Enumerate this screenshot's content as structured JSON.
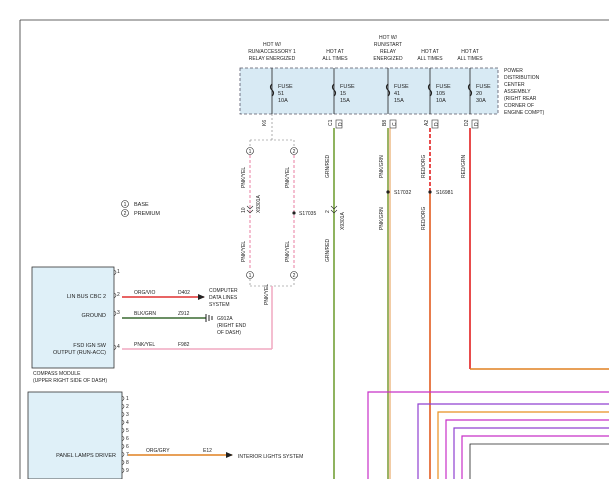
{
  "fuse_headers": [
    {
      "line1": "HOT W/",
      "line2": "RUN/ACCESSORY 1",
      "line3": "RELAY ENERGIZED"
    },
    {
      "line1": "",
      "line2": "HOT AT",
      "line3": "ALL TIMES"
    },
    {
      "line1": "HOT W/",
      "line2": "RUN/START",
      "line3": "RELAY",
      "line4": "ENERGIZED"
    },
    {
      "line1": "",
      "line2": "HOT AT",
      "line3": "ALL TIMES"
    },
    {
      "line1": "",
      "line2": "HOT AT",
      "line3": "ALL TIMES"
    }
  ],
  "fuses": [
    {
      "label": "FUSE",
      "number": "51",
      "rating": "10A",
      "pin": "K6",
      "pin_letter": ""
    },
    {
      "label": "FUSE",
      "number": "15",
      "rating": "15A",
      "pin": "C1",
      "pin_letter": "D"
    },
    {
      "label": "FUSE",
      "number": "41",
      "rating": "15A",
      "pin": "B8",
      "pin_letter": "C"
    },
    {
      "label": "FUSE",
      "number": "105",
      "rating": "10A",
      "pin": "A2",
      "pin_letter": "D"
    },
    {
      "label": "FUSE",
      "number": "20",
      "rating": "30A",
      "pin": "D2",
      "pin_letter": "D"
    }
  ],
  "pdc_label": [
    "POWER",
    "DISTRIBUTION",
    "CENTER",
    "ASSEMBLY",
    "(RIGHT REAR",
    "CORNER OF",
    "ENGINE COMPT)"
  ],
  "legend": {
    "base_num": "1",
    "base": "BASE",
    "premium_num": "2",
    "premium": "PREMIUM"
  },
  "wires_vertical": {
    "pnk_yel": "PNK/YEL",
    "grn_red": "GRN/RED",
    "pnk_grn": "PNK/GRN",
    "red_org": "RED/ORG",
    "red_grn": "RED/GRN",
    "x_code": "X9301A",
    "x_num": "10",
    "grn_num": "2",
    "splice_1": "S17035",
    "splice_2": "S17032",
    "splice_3": "S16981",
    "node_1": "1",
    "node_2": "2"
  },
  "compass_module": {
    "pins": [
      "1",
      "2",
      "3",
      "4"
    ],
    "lin_label": "LIN BUS CBC 2",
    "ground_label": "GROUND",
    "fsd_label_1": "FSD IGN SW",
    "fsd_label_2": "OUTPUT (RUN-ACC)",
    "caption_1": "COMPASS MODULE",
    "caption_2": "(UPPER RIGHT SIDE OF DASH)",
    "w_lin_color": "ORG/VIO",
    "w_lin_circuit": "D402",
    "w_gnd_color": "BLK/GRN",
    "w_gnd_circuit": "Z912",
    "w_fsd_color": "PNK/YEL",
    "w_fsd_circuit": "F982",
    "dest_lin_1": "COMPUTER",
    "dest_lin_2": "DATA LINES",
    "dest_lin_3": "SYSTEM",
    "ground_id": "G912A",
    "ground_loc_1": "(RIGHT END",
    "ground_loc_2": "OF DASH)"
  },
  "panel_module": {
    "pins": [
      "1",
      "2",
      "3",
      "4",
      "5",
      "6",
      "7",
      "8",
      "9"
    ],
    "driver_label": "PANEL LAMPS DRIVER",
    "w_color": "ORG/GRY",
    "w_circuit": "E12",
    "dest": "INTERIOR LIGHTS SYSTEM"
  },
  "colors": {
    "pnk_yel": "#f0a8c0",
    "grn_red": "#6a9a2a",
    "pnk_grn": "#7a9a30",
    "red_org": "#e05010",
    "red_grn": "#e01010",
    "org_vio": "#e03030",
    "blk_grn": "#3a6a30",
    "org_gry": "#e08020",
    "magenta": "#c830c8",
    "violet": "#9040d0",
    "orange": "#e89020",
    "pdc_fill": "#d8eaf4"
  }
}
